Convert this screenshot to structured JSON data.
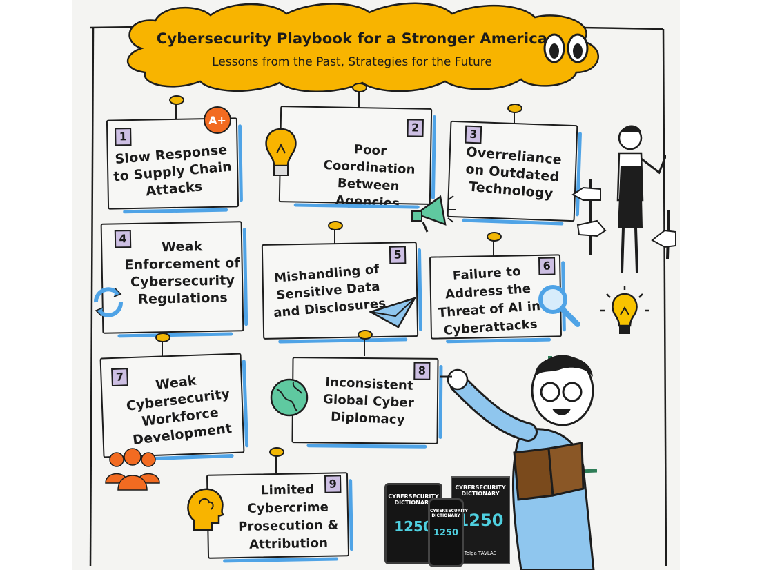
{
  "header": {
    "title": "Cybersecurity Playbook for a Stronger America",
    "subtitle": "Lessons from the Past, Strategies for the Future"
  },
  "cards": [
    {
      "number": "1",
      "text": "Slow Response to Supply Chain Attacks"
    },
    {
      "number": "2",
      "text": "Poor Coordination Between Agencies"
    },
    {
      "number": "3",
      "text": "Overreliance on Outdated Technology"
    },
    {
      "number": "4",
      "text": "Weak Enforcement of Cybersecurity Regulations"
    },
    {
      "number": "5",
      "text": "Mishandling of Sensitive Data and Disclosures"
    },
    {
      "number": "6",
      "text": "Failure to Address the Threat of AI in Cyberattacks"
    },
    {
      "number": "7",
      "text": "Weak Cybersecurity Workforce Development"
    },
    {
      "number": "8",
      "text": "Inconsistent Global Cyber Diplomacy"
    },
    {
      "number": "9",
      "text": "Limited Cybercrime Prosecution & Attribution"
    }
  ],
  "badge": "A+",
  "books": {
    "title_line1": "CYBERSECURITY",
    "title_line2": "DICTIONARY",
    "number": "1250",
    "author": "Tolga TAVLAS"
  },
  "colors": {
    "cloud": "#f8b400",
    "accent_blue": "#4fa3e6",
    "number_box": "#cdbfe3",
    "pin": "#f2b705",
    "orange": "#f26b21",
    "teal": "#5fc9a0"
  }
}
